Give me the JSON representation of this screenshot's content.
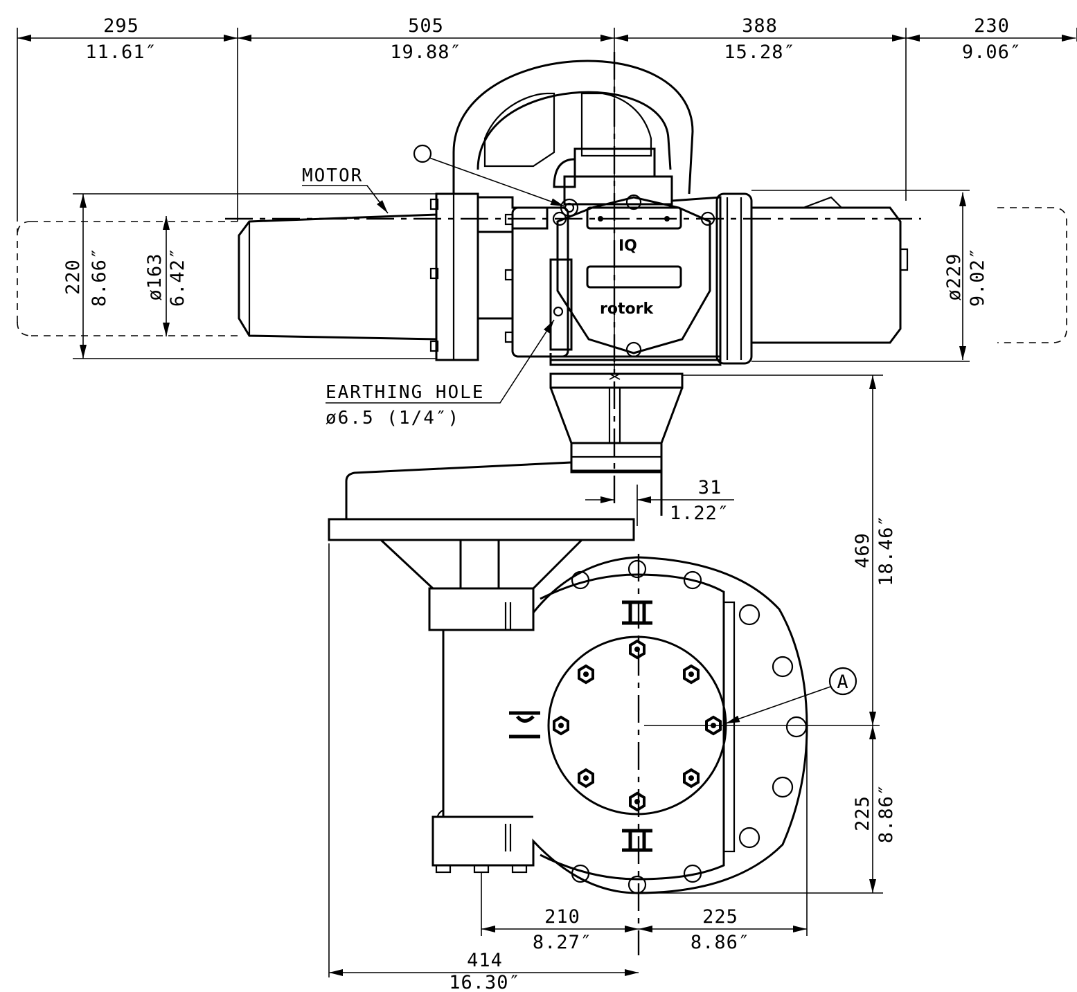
{
  "dimensions": {
    "top": [
      {
        "mm": "295",
        "inch": "11.61″"
      },
      {
        "mm": "505",
        "inch": "19.88″"
      },
      {
        "mm": "388",
        "inch": "15.28″"
      },
      {
        "mm": "230",
        "inch": "9.06″"
      }
    ],
    "motor_height": {
      "mm": "220",
      "inch": "8.66″"
    },
    "motor_diameter": {
      "mm": "ø163",
      "inch": "6.42″"
    },
    "right_diameter": {
      "mm": "ø229",
      "inch": "9.02″"
    },
    "offset": {
      "mm": "31",
      "inch": "1.22″"
    },
    "vertical_upper": {
      "mm": "469",
      "inch": "18.46″"
    },
    "vertical_lower": {
      "mm": "225",
      "inch": "8.86″"
    },
    "bottom_left": {
      "mm": "210",
      "inch": "8.27″"
    },
    "bottom_right": {
      "mm": "225",
      "inch": "8.86″"
    },
    "overall_bottom": {
      "mm": "414",
      "inch": "16.30″"
    }
  },
  "labels": {
    "motor": "MOTOR",
    "earthing_hole": "EARTHING HOLE",
    "earthing_size": "ø6.5 (1/4″)",
    "balloon_a": "A",
    "logo_iq": "IQ",
    "logo_brand": "rotork"
  }
}
